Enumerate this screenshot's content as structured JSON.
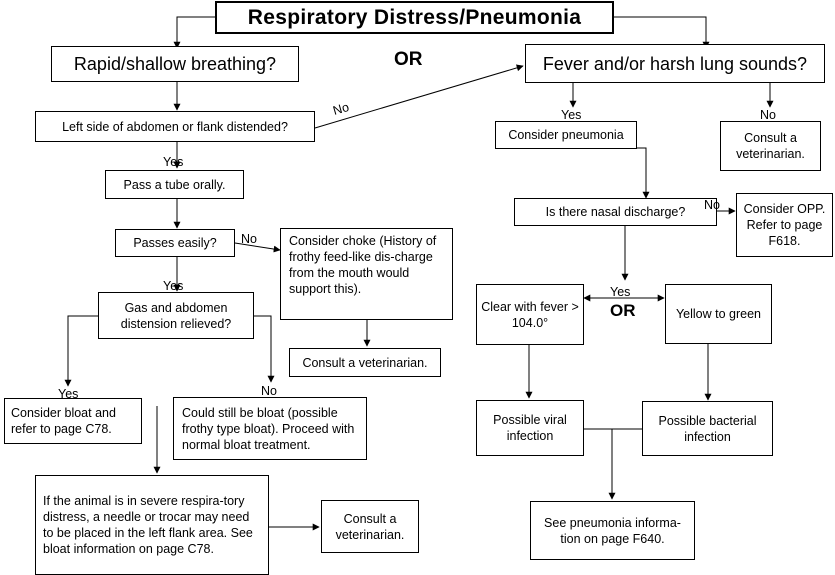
{
  "title": "Respiratory Distress/Pneumonia",
  "or_label": "OR",
  "left": {
    "q_breathing": "Rapid/shallow breathing?",
    "q_abdomen": "Left side of abdomen or flank distended?",
    "pass_tube": "Pass a tube orally.",
    "q_passes": "Passes easily?",
    "choke": "Consider choke (History of frothy feed-like dis-charge from the mouth would support this).",
    "consult_vet_1": "Consult a veterinarian.",
    "q_relieved": "Gas and abdomen distension relieved?",
    "bloat_yes": "Consider bloat and refer to page C78.",
    "bloat_no": "Could still be bloat (possible frothy type bloat).  Proceed with normal bloat treatment.",
    "severe": "If the animal is in severe respira-tory distress, a needle or trocar may need to  be placed in the left flank area.  See bloat information on page C78.",
    "consult_vet_2": "Consult a veterinarian."
  },
  "right": {
    "q_fever": "Fever and/or harsh lung sounds?",
    "consider_pneumonia": "Consider pneumonia",
    "consult_vet_3": "Consult a veterinarian.",
    "q_nasal": "Is there nasal discharge?",
    "opp": "Consider  OPP. Refer to page F618.",
    "clear": "Clear with fever > 104.0°",
    "yellow": "Yellow to green",
    "viral": "Possible viral infection",
    "bacterial": "Possible  bacterial infection",
    "see_pneumonia": "See pneumonia informa-tion on page F640."
  },
  "edge_labels": {
    "yes": "Yes",
    "no": "No"
  }
}
